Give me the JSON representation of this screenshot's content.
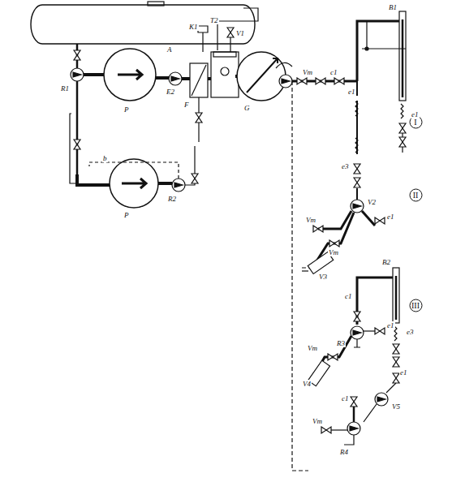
{
  "diagram": {
    "nodes": [
      {
        "text": [
          "I"
        ]
      },
      {
        "text": [
          "II"
        ]
      },
      {
        "text": [
          "III"
        ]
      }
    ],
    "labels": [
      "A",
      "K1",
      "T2",
      "V1",
      "R1",
      "P",
      "E2",
      "F",
      "G",
      "P",
      "R2",
      "b",
      "Vm",
      "c1",
      "e1",
      "B1",
      "e1",
      "e3",
      "V2",
      "Vm",
      "e1",
      "Vm",
      "V3",
      "B2",
      "e3",
      "c1",
      "R3",
      "e1",
      "Vm",
      "V4",
      "V5",
      "c1",
      "Vm",
      "R4",
      "e1"
    ]
  }
}
